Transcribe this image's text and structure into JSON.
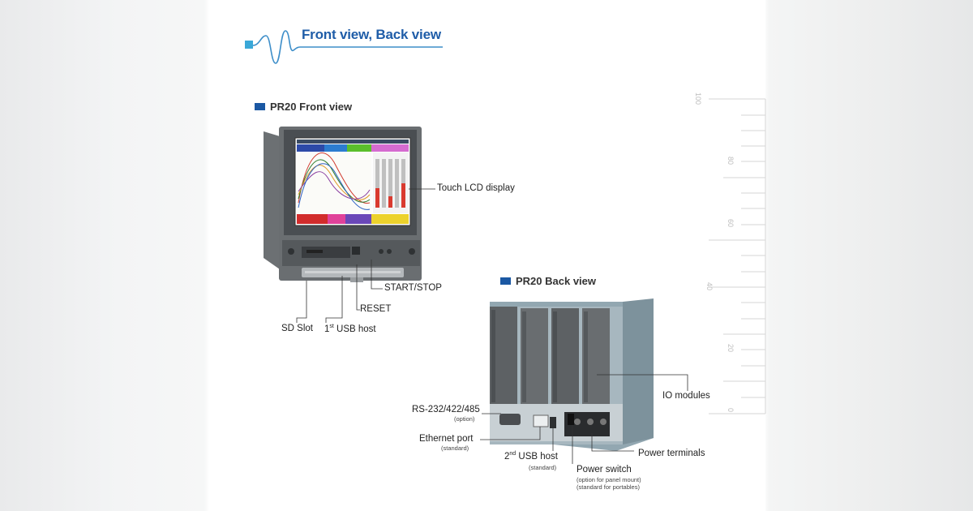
{
  "header": {
    "title": "Front view, Back view"
  },
  "front": {
    "section_title": "PR20 Front view",
    "labels": {
      "touch_lcd": "Touch LCD display",
      "start_stop": "START/STOP",
      "reset": "RESET",
      "sd_slot": "SD Slot",
      "usb_host_1_prefix": "1",
      "usb_host_1_sup": "st",
      "usb_host_1_suffix": " USB host"
    }
  },
  "back": {
    "section_title": "PR20 Back view",
    "labels": {
      "rs232": "RS-232/422/485",
      "rs232_note": "(option)",
      "ethernet": "Ethernet port",
      "ethernet_note": "(standard)",
      "usb_host_2_prefix": "2",
      "usb_host_2_sup": "nd",
      "usb_host_2_suffix": " USB host",
      "usb_host_2_note": "(standard)",
      "power_switch": "Power switch",
      "power_switch_note1": "(option for panel mount)",
      "power_switch_note2": "(standard for portables)",
      "io_modules": "IO modules",
      "power_terminals": "Power terminals"
    }
  },
  "ruler": {
    "ticks": [
      "100",
      "80",
      "60",
      "40",
      "20",
      "0"
    ]
  },
  "colors": {
    "accent": "#1f5da8",
    "bullet": "#1b58a3",
    "device_body": "#5f6366",
    "modules": "#6e7174",
    "housing": "#8fa4ae"
  }
}
